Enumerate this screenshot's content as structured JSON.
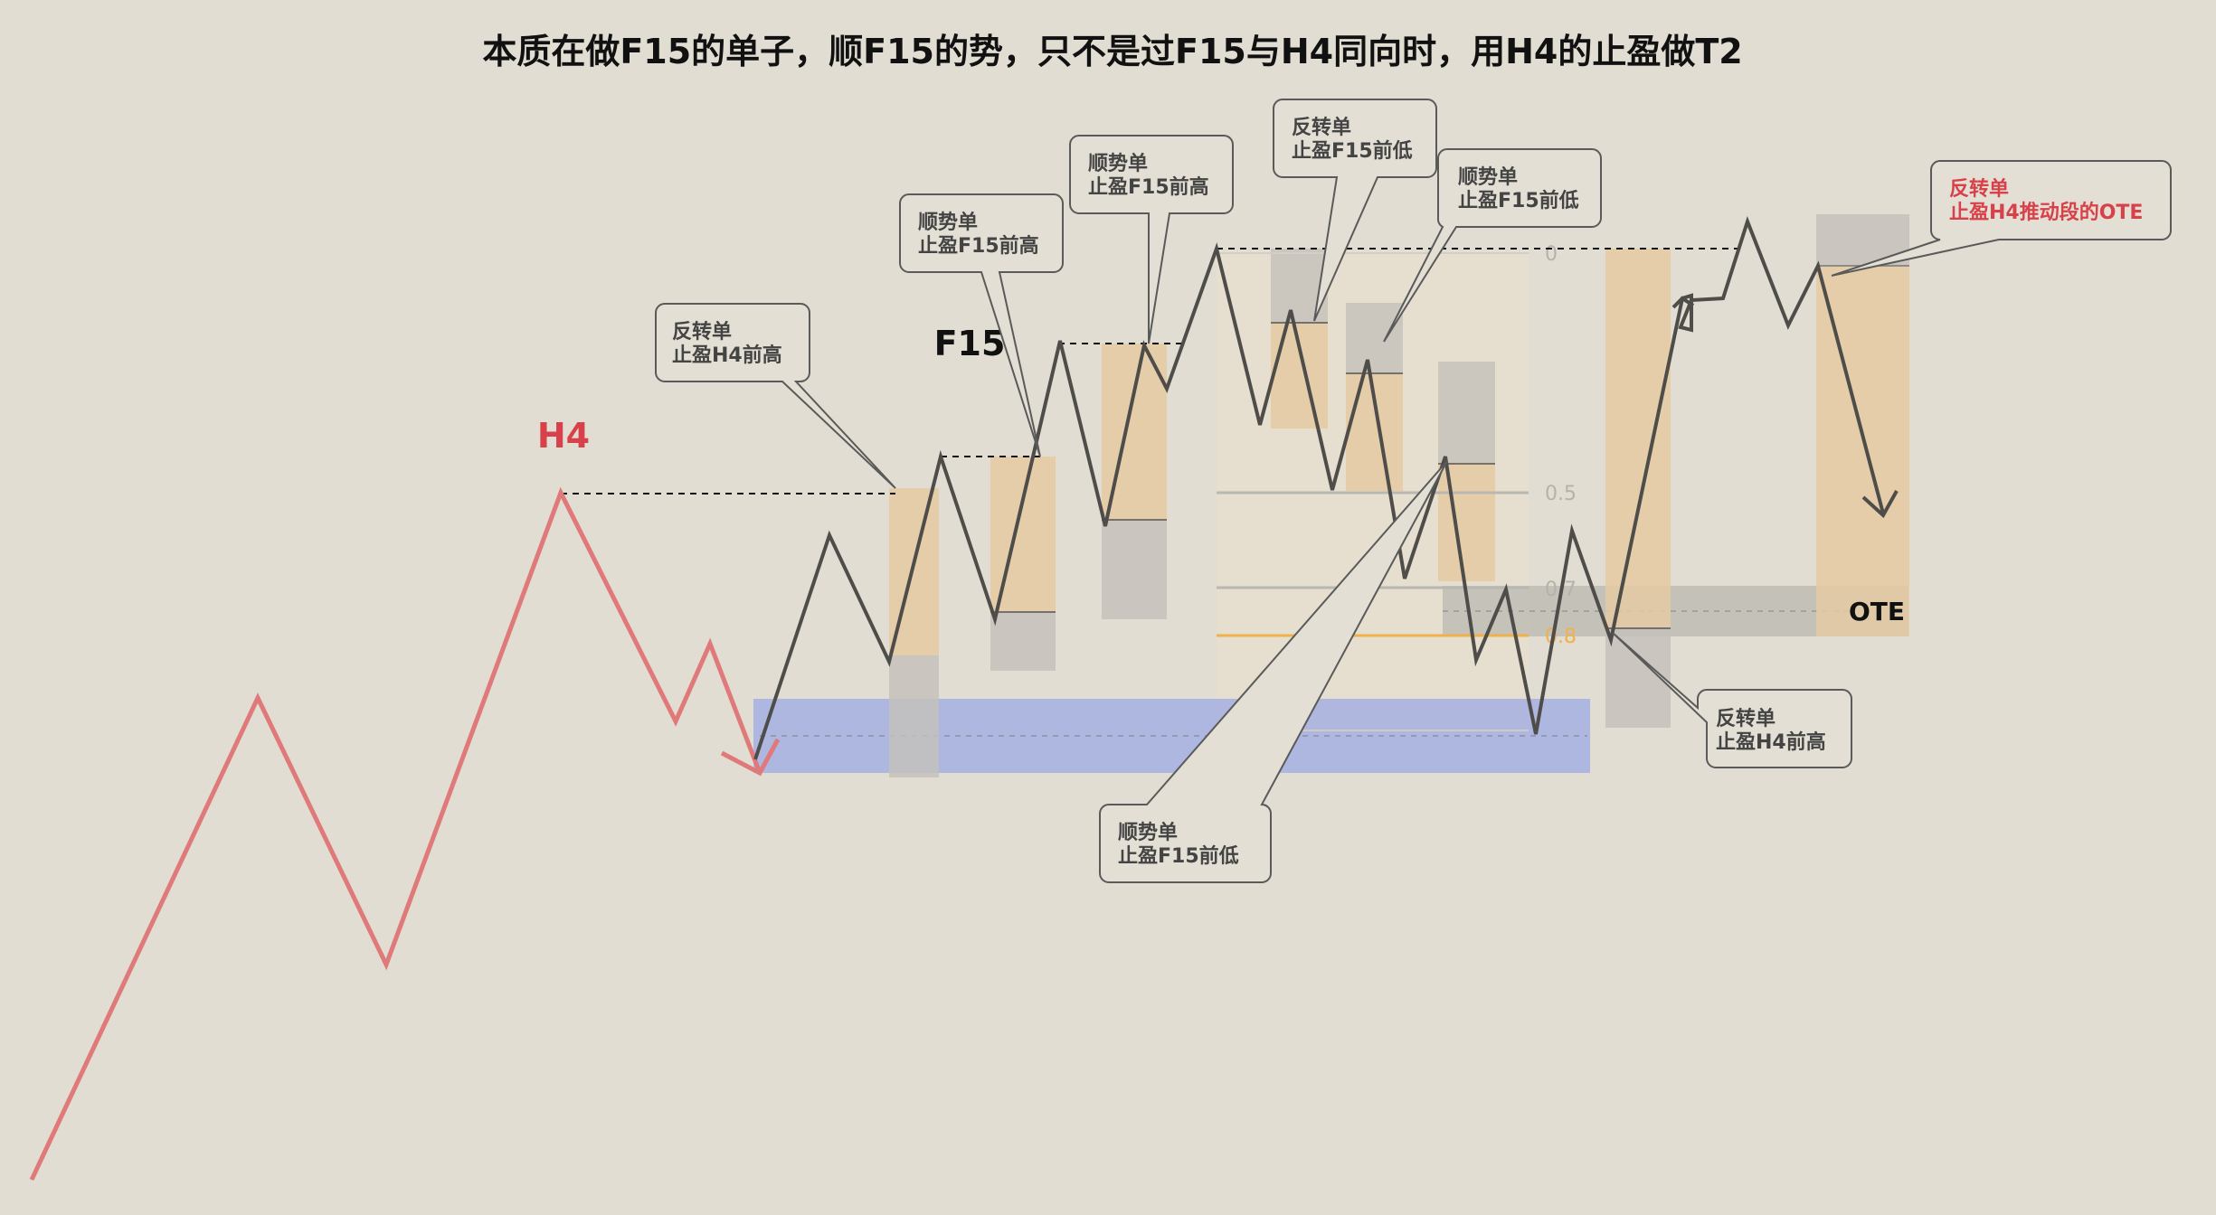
{
  "title": "本质在做F15的单子，顺F15的势，只不是过F15与H4同向时，用H4的止盈做T2",
  "labels": {
    "h4": "H4",
    "f15": "F15",
    "ote": "OTE"
  },
  "fib_levels": [
    "0",
    "0.5",
    "0.7",
    "0.8"
  ],
  "callouts": [
    {
      "line1": "反转单",
      "line2": "止盈H4前高"
    },
    {
      "line1": "顺势单",
      "line2": "止盈F15前高"
    },
    {
      "line1": "顺势单",
      "line2": "止盈F15前高"
    },
    {
      "line1": "反转单",
      "line2": "止盈F15前低"
    },
    {
      "line1": "顺势单",
      "line2": "止盈F15前低"
    },
    {
      "line1": "反转单",
      "line2": "止盈H4推动段的OTE"
    },
    {
      "line1": "反转单",
      "line2": "止盈H4前高"
    },
    {
      "line1": "顺势单",
      "line2": "止盈F15前低"
    }
  ],
  "colors": {
    "background": "#e1ddd2",
    "h4_line": "#e07a7a",
    "h4_label": "#d9414a",
    "f15_line": "#4f4d4a",
    "tan_box": "#e5caa3",
    "gray_box": "#c9c5bd",
    "blue_zone": "#a8b3e0",
    "fib_orange": "#f0b04a",
    "fib_gray": "#b9b7b2",
    "callout_red": "#d9414a"
  }
}
